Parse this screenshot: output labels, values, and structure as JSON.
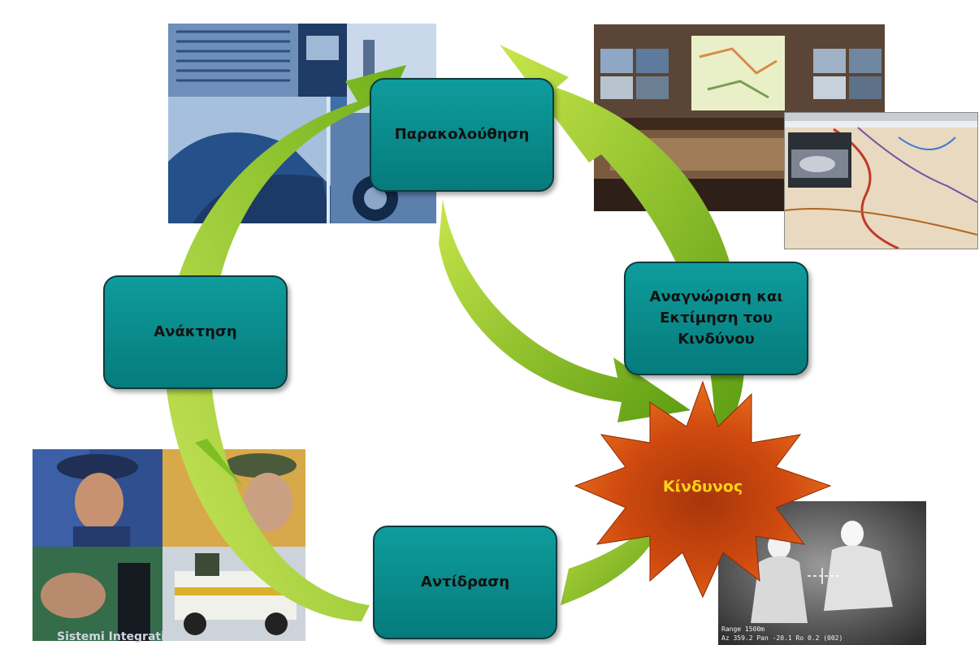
{
  "nodes": {
    "monitoring": "Παρακολούθηση",
    "recognition": [
      "Αναγνώριση και",
      "Εκτίμηση του",
      "Κινδύνου"
    ],
    "recovery": "Ανάκτηση",
    "reaction": "Αντίδραση"
  },
  "danger": "Κίνδυνος",
  "thermal_readout": {
    "line1": "Range 1500m",
    "line2": "Az 359.2  Pan -20.1  Ro 0.2 (002)"
  },
  "footer": "Sistemi Integrati",
  "colors": {
    "node_fill": "#0a8c8d",
    "node_border": "#0d3b3d",
    "arrow_light": "#c7e64a",
    "arrow_dark": "#5c9c12",
    "star_outer": "#e35d12",
    "star_inner": "#a8360a",
    "star_text": "#ffd21a"
  },
  "photos": [
    {
      "name": "security-collage-photo",
      "icon": "surveillance-collage"
    },
    {
      "name": "control-room-photo",
      "icon": "control-room"
    },
    {
      "name": "map-software-screenshot",
      "icon": "map-window"
    },
    {
      "name": "police-radio-collage-photo",
      "icon": "police-collage"
    },
    {
      "name": "thermal-camera-photo",
      "icon": "thermal-image"
    }
  ]
}
